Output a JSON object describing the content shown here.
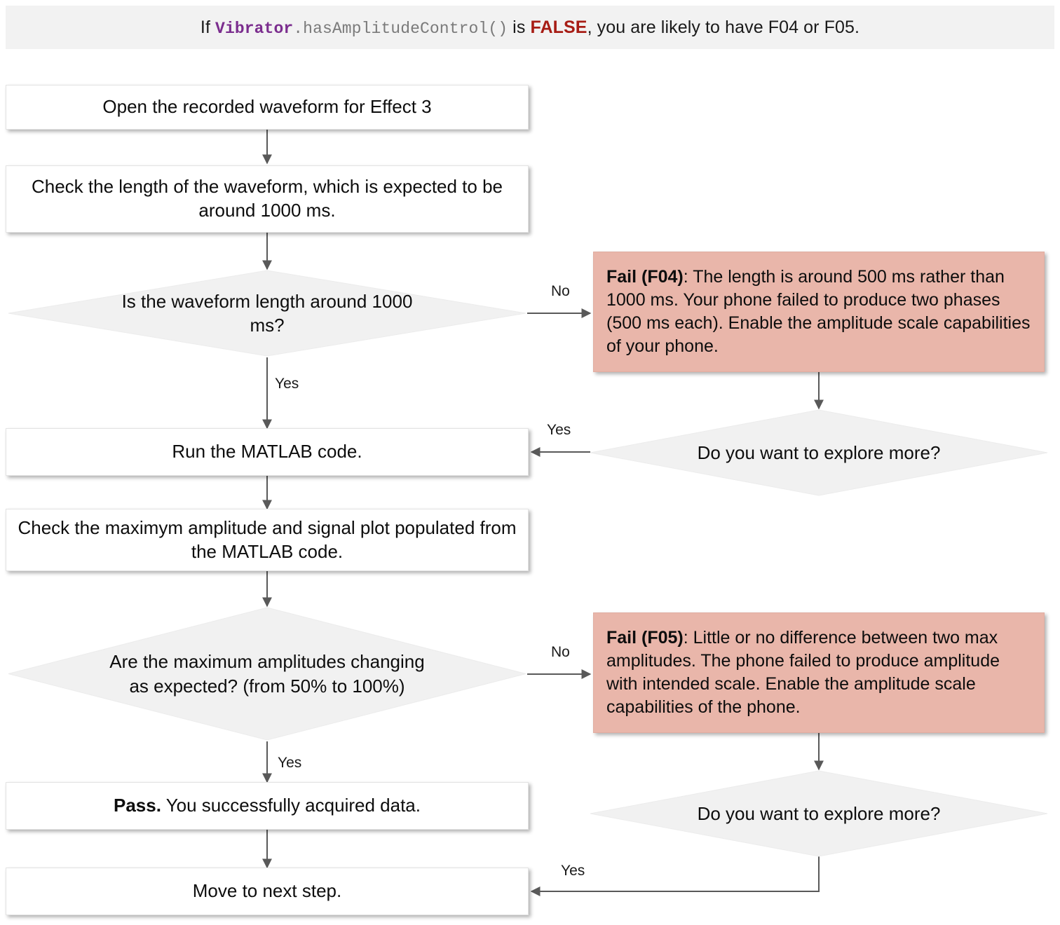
{
  "header": {
    "prefix": "If ",
    "code_class": "Vibrator",
    "code_method": ".hasAmplitudeControl()",
    "mid": " is ",
    "keyword": "FALSE",
    "suffix": ", you are likely to have F04 or F05."
  },
  "colors": {
    "banner_bg": "#f2f2f2",
    "process_bg": "#ffffff",
    "decision_bg": "#f1f1f1",
    "fail_bg": "#e9b6aa",
    "connector": "#595959",
    "code_class": "#7b2d8e",
    "code_method": "#7a7a7a",
    "keyword_false": "#a71d15",
    "text": "#0d0d0d"
  },
  "nodes": {
    "open_waveform": {
      "label": "Open the recorded waveform for Effect 3"
    },
    "check_length": {
      "label": "Check the length of the waveform, which is expected to be around 1000 ms."
    },
    "decision_length": {
      "label": "Is the waveform length around 1000 ms?"
    },
    "fail_f04": {
      "bold": "Fail (F04)",
      "rest": ": The length is around 500 ms rather than 1000 ms. Your phone failed to produce two phases (500 ms each). Enable the amplitude scale capabilities of your phone."
    },
    "explore_more_1": {
      "label": "Do you want to explore more?"
    },
    "run_matlab": {
      "label": "Run the MATLAB code."
    },
    "check_amplitude": {
      "label": "Check the maximym amplitude and signal plot populated from the MATLAB code."
    },
    "decision_amplitude": {
      "label": "Are the maximum amplitudes changing as expected? (from 50% to 100%)"
    },
    "fail_f05": {
      "bold": "Fail (F05)",
      "rest": ": Little or no difference between two max amplitudes. The phone failed to produce amplitude with intended scale. Enable the amplitude scale capabilities of the phone."
    },
    "explore_more_2": {
      "label": "Do you want to explore more?"
    },
    "pass": {
      "bold": "Pass.",
      "rest": " You successfully acquired data."
    },
    "next_step": {
      "label": "Move to next step."
    }
  },
  "edges": {
    "no_1": "No",
    "yes_length": "Yes",
    "yes_explore_1": "Yes",
    "no_2": "No",
    "yes_amplitude": "Yes",
    "yes_explore_2": "Yes"
  },
  "chart_data": {
    "type": "table",
    "title": "Effect 3 waveform verification flowchart",
    "flow": [
      {
        "id": "open_waveform",
        "shape": "process",
        "text": "Open the recorded waveform for Effect 3",
        "next": "check_length"
      },
      {
        "id": "check_length",
        "shape": "process",
        "text": "Check the length of the waveform, which is expected to be around 1000 ms.",
        "next": "decision_length"
      },
      {
        "id": "decision_length",
        "shape": "decision",
        "text": "Is the waveform length around 1000 ms?",
        "yes": "run_matlab",
        "no": "fail_f04"
      },
      {
        "id": "fail_f04",
        "shape": "fail",
        "text": "Fail (F04): The length is around 500 ms rather than 1000 ms. Your phone failed to produce two phases (500 ms each). Enable the amplitude scale capabilities of your phone.",
        "next": "explore_more_1"
      },
      {
        "id": "explore_more_1",
        "shape": "decision",
        "text": "Do you want to explore more?",
        "yes": "run_matlab"
      },
      {
        "id": "run_matlab",
        "shape": "process",
        "text": "Run the MATLAB code.",
        "next": "check_amplitude"
      },
      {
        "id": "check_amplitude",
        "shape": "process",
        "text": "Check the maximym amplitude and signal plot populated from the MATLAB code.",
        "next": "decision_amplitude"
      },
      {
        "id": "decision_amplitude",
        "shape": "decision",
        "text": "Are the maximum amplitudes changing as expected? (from 50% to 100%)",
        "yes": "pass",
        "no": "fail_f05"
      },
      {
        "id": "fail_f05",
        "shape": "fail",
        "text": "Fail (F05): Little or no difference between two max amplitudes. The phone failed to produce amplitude with intended scale. Enable the amplitude scale capabilities of the phone.",
        "next": "explore_more_2"
      },
      {
        "id": "explore_more_2",
        "shape": "decision",
        "text": "Do you want to explore more?",
        "yes": "next_step"
      },
      {
        "id": "pass",
        "shape": "process",
        "text": "Pass. You successfully acquired data.",
        "next": "next_step"
      },
      {
        "id": "next_step",
        "shape": "process",
        "text": "Move to next step."
      }
    ]
  }
}
